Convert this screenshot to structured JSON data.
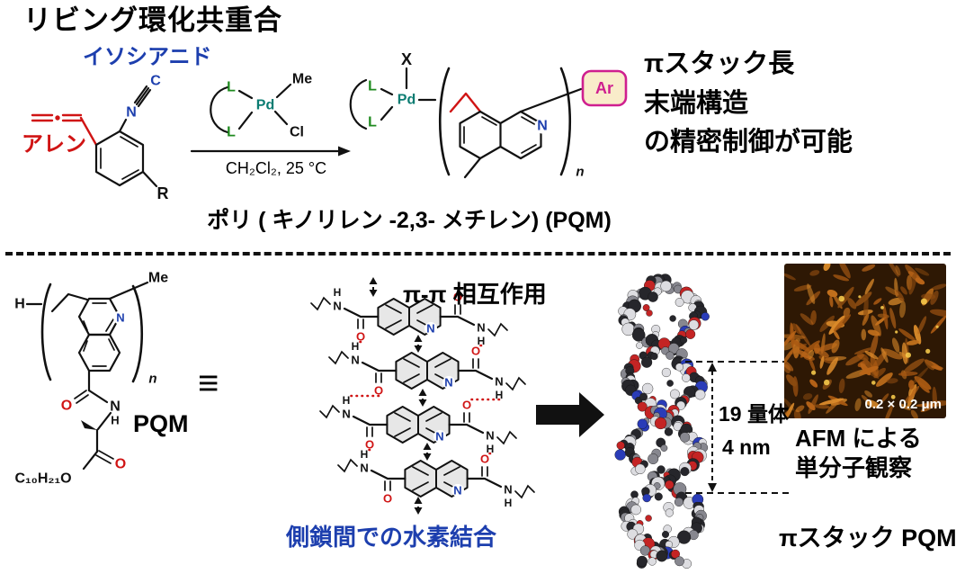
{
  "title": "リビング環化共重合",
  "atoms": {
    "N": "N",
    "C": "C",
    "H": "H",
    "O": "O",
    "R": "R",
    "X": "X",
    "L": "L",
    "Pd": "Pd",
    "Me": "Me",
    "Cl": "Cl",
    "n": "n",
    "Ar": "Ar",
    "decyl": "C₁₀H₂₁O",
    "equiv": "≡"
  },
  "colors": {
    "blue": "#1d3fae",
    "red": "#d01414",
    "green": "#1e8a1e",
    "teal": "#0b7c72",
    "magenta": "#cf1f8f"
  },
  "top": {
    "isocyanide_label": "イソシアニド",
    "allene_label": "アレン",
    "conditions": "CH₂Cl₂, 25 °C",
    "claims": [
      "πスタック長",
      "末端構造",
      "の精密制御が可能"
    ],
    "product_name": "ポリ ( キノリレン -2,3- メチレン) (PQM)"
  },
  "bottom": {
    "pqm_label": "PQM",
    "pi_interaction_label": "π-π 相互作用",
    "hbond_label": "側鎖間での水素結合",
    "oligomer_label": "19 量体",
    "length_label": "4 nm",
    "afm_scale": "0.2 × 0.2 μm",
    "afm_caption_1": "AFM による",
    "afm_caption_2": "単分子観察",
    "pistack_label": "πスタック PQM"
  }
}
